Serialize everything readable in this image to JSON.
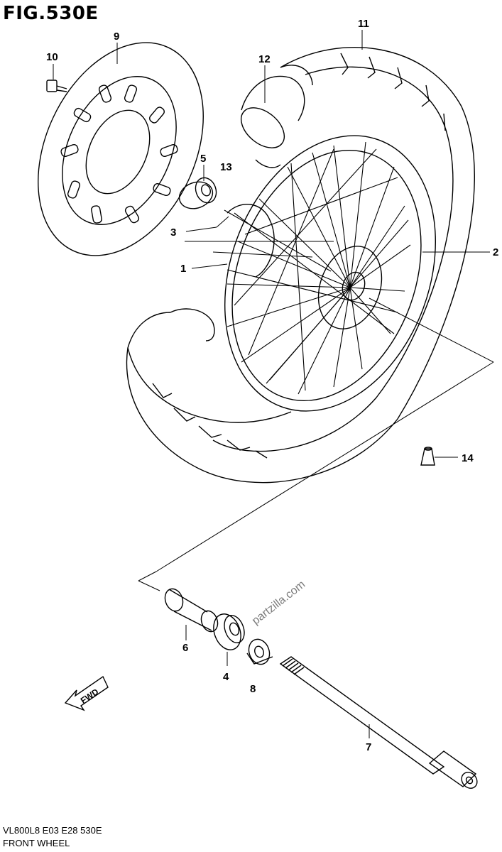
{
  "figure": {
    "title": "FIG.530E",
    "footer_code": "VL800L8 E03 E28 530E",
    "footer_name": "FRONT WHEEL",
    "watermark": "partzilla.com",
    "direction_arrow": "FWD"
  },
  "callouts": [
    {
      "id": "1",
      "label": "1"
    },
    {
      "id": "2",
      "label": "2"
    },
    {
      "id": "3",
      "label": "3"
    },
    {
      "id": "4",
      "label": "4"
    },
    {
      "id": "5",
      "label": "5"
    },
    {
      "id": "6",
      "label": "6"
    },
    {
      "id": "7",
      "label": "7"
    },
    {
      "id": "8",
      "label": "8"
    },
    {
      "id": "9",
      "label": "9"
    },
    {
      "id": "10",
      "label": "10"
    },
    {
      "id": "11",
      "label": "11"
    },
    {
      "id": "12",
      "label": "12"
    },
    {
      "id": "13",
      "label": "13"
    },
    {
      "id": "14",
      "label": "14"
    }
  ],
  "colors": {
    "line": "#000000",
    "background": "#ffffff"
  }
}
